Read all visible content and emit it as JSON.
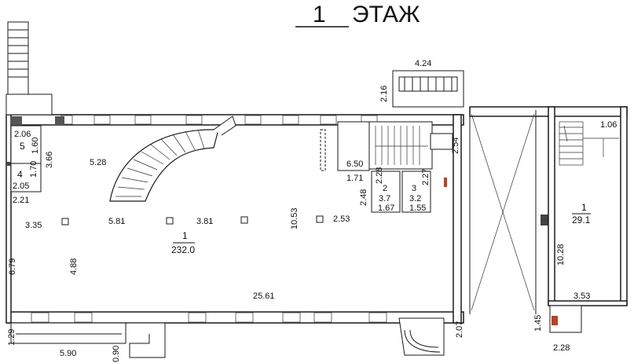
{
  "title": {
    "number": "1",
    "text": "ЭТАЖ"
  },
  "rooms": [
    {
      "number": "1",
      "area": "232.0"
    },
    {
      "number": "1",
      "area": "29.1"
    },
    {
      "number": "2",
      "area": "3.7"
    },
    {
      "number": "3",
      "area": "3.2"
    },
    {
      "number": "4",
      "area": ""
    },
    {
      "number": "5",
      "area": ""
    }
  ],
  "dimensions": {
    "d424": "4.24",
    "d216": "2.16",
    "d206": "2.06",
    "d160": "1.60",
    "d366": "3.66",
    "d170": "1.70",
    "d205": "2.05",
    "d221": "2.21",
    "d528": "5.28",
    "d650": "6.50",
    "d171": "1.71",
    "d254": "2.54",
    "d106": "1.06",
    "d228a": "2.28",
    "d227": "2.27",
    "d248": "2.48",
    "d167": "1.67",
    "d155": "1.55",
    "d335": "3.35",
    "d581": "5.81",
    "d381": "3.81",
    "d1053": "10.53",
    "d253": "2.53",
    "d679": "6.79",
    "d488": "4.88",
    "d1028": "10.28",
    "d2561": "25.61",
    "d353": "3.53",
    "d207": "2.07",
    "d145": "1.45",
    "d228b": "2.28",
    "d129": "1.29",
    "d590": "5.90",
    "d090": "0.90"
  }
}
